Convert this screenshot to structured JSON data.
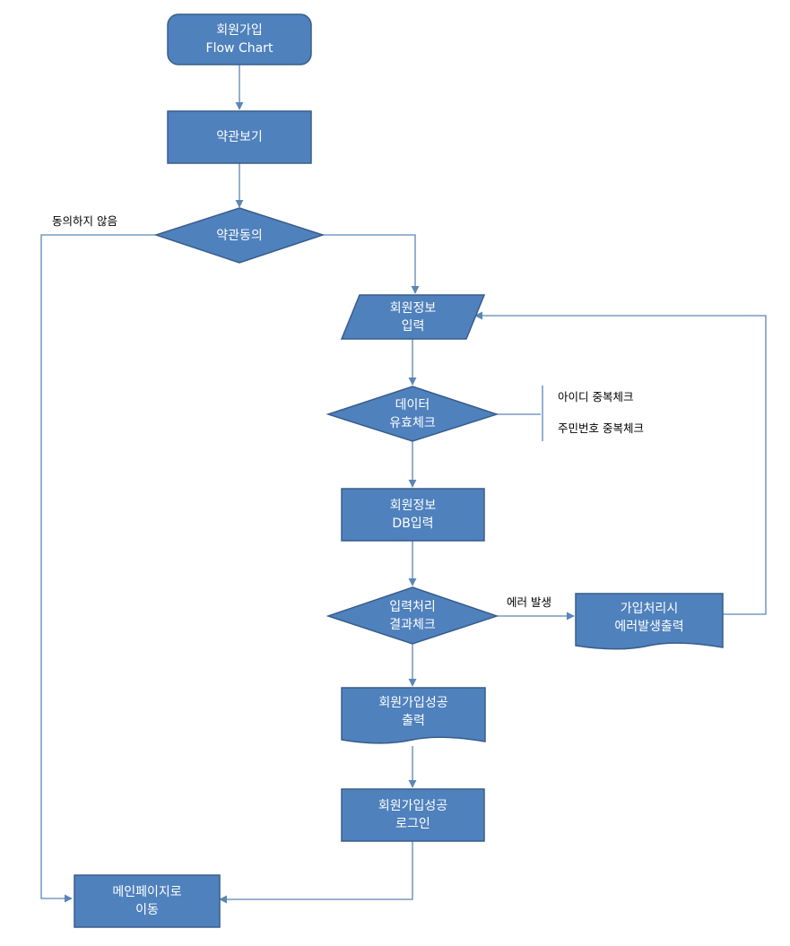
{
  "diagram": {
    "colors": {
      "fill": "#4F81BD",
      "border": "#385D8A",
      "connector": "#5B86B5",
      "text": "#FFFFFF",
      "note_text": "#000000"
    },
    "nodes": {
      "start": {
        "shape": "rounded-rectangle",
        "line1": "회원가입",
        "line2": "Flow Chart"
      },
      "terms_view": {
        "shape": "rectangle",
        "line1": "약관보기"
      },
      "terms_agree": {
        "shape": "diamond",
        "line1": "약관동의"
      },
      "member_info_input": {
        "shape": "parallelogram",
        "line1": "회원정보",
        "line2": "입력"
      },
      "data_validity_check": {
        "shape": "diamond",
        "line1": "데이터",
        "line2": "유효체크"
      },
      "member_info_db_input": {
        "shape": "rectangle",
        "line1": "회원정보",
        "line2": "DB입력"
      },
      "input_result_check": {
        "shape": "diamond",
        "line1": "입력처리",
        "line2": "결과체크"
      },
      "error_output": {
        "shape": "document",
        "line1": "가입처리시",
        "line2": "에러발생출력"
      },
      "signup_success_output": {
        "shape": "document",
        "line1": "회원가입성공",
        "line2": "출력"
      },
      "signup_success_login": {
        "shape": "rectangle",
        "line1": "회원가입성공",
        "line2": "로그인"
      },
      "main_page": {
        "shape": "rectangle",
        "line1": "메인페이지로",
        "line2": "이동"
      }
    },
    "labels": {
      "disagree": "동의하지 않음",
      "error_occurred": "에러 발생"
    },
    "annotation": {
      "items": [
        "아이디 중복체크",
        "주민번호 중복체크"
      ]
    }
  }
}
